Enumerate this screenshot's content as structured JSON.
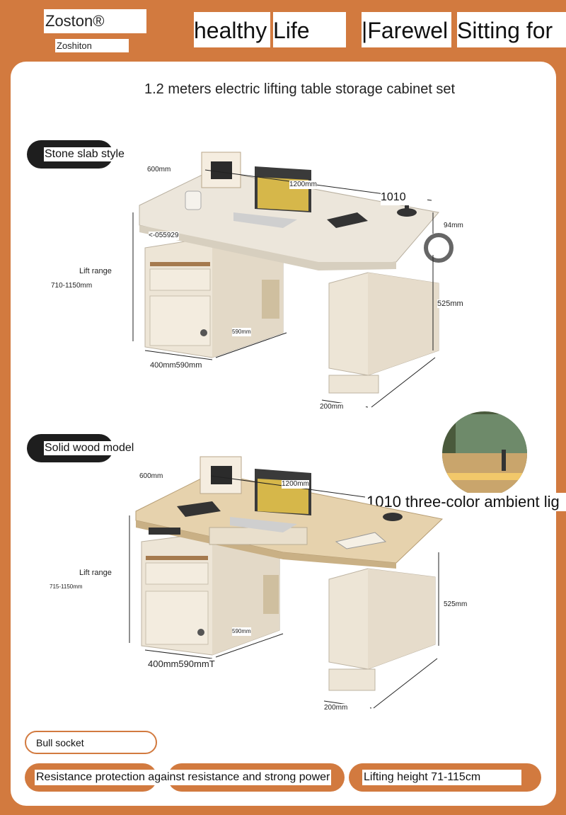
{
  "header": {
    "brand": "Zoston®",
    "brand_sub": "Zoshiton",
    "headline_parts": [
      "healthy",
      "Life",
      "|Farewel",
      "Sitting for"
    ]
  },
  "subtitle": "1.2 meters electric lifting table   storage cabinet set",
  "stone_section": {
    "label": "Stone slab style",
    "dims": {
      "depth_small": "600mm",
      "width_small": "1200mm",
      "controller": "1010",
      "panel": "<-055929",
      "lift_label": "Lift range",
      "lift_value": "710-1150mm",
      "thickness": "94mm",
      "cab_depth": "590mm",
      "cab_bottom": "400mm590mm",
      "side_height": "525mm",
      "side_width": "200mm"
    }
  },
  "wood_section": {
    "label": "Solid wood model",
    "ambient": "1010 three-color ambient lig",
    "dims": {
      "depth_small": "600mm",
      "width_small": "1200mm",
      "lift_label": "Lift range",
      "lift_value": "715-1150mm",
      "cab_depth": "590mm",
      "cab_bottom": "400mm590mmT",
      "side_height": "525mm",
      "side_width": "200mm"
    }
  },
  "features": {
    "socket": "Bull socket",
    "protection": "Resistance protection against resistance and strong power",
    "lifting_height": "Lifting height 71-115cm"
  },
  "colors": {
    "background": "#d27a3f",
    "card": "#ffffff",
    "pill_dark": "#1e1e1e",
    "desk_stone": "#ece6db",
    "desk_wood": "#e6d2ad",
    "cabinet": "#ede5d6"
  }
}
